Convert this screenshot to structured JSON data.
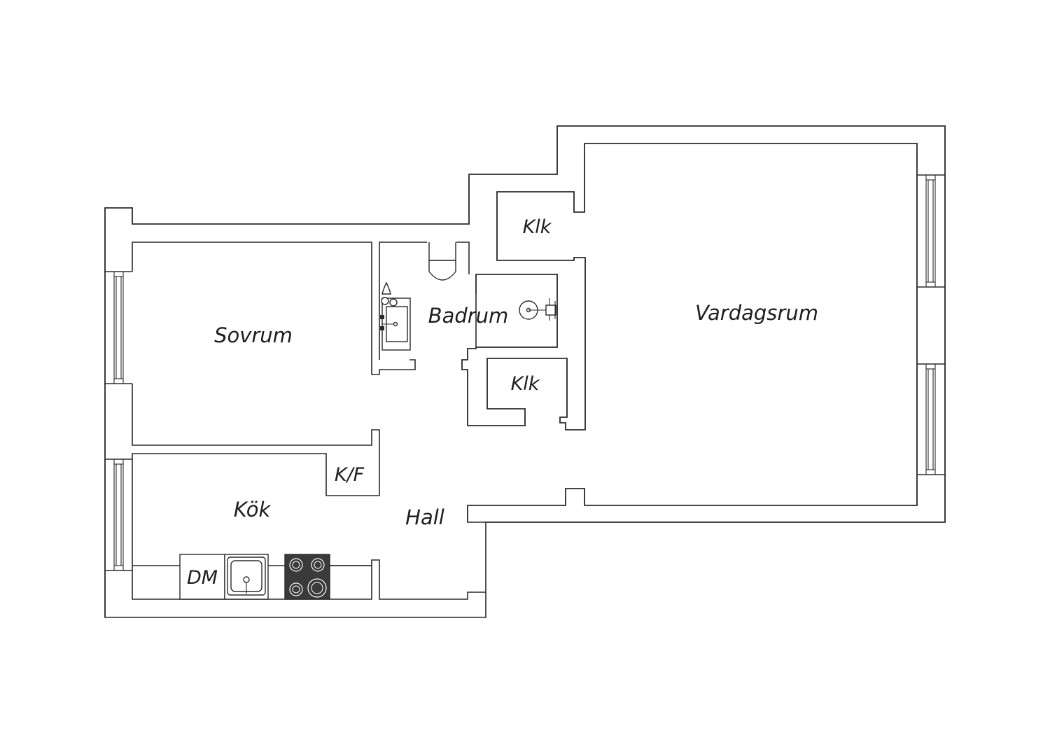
{
  "rooms": {
    "sovrum": "Sovrum",
    "badrum": "Badrum",
    "klk_top": "Klk",
    "klk_mid": "Klk",
    "vardagsrum": "Vardagsrum",
    "kok": "Kök",
    "hall": "Hall",
    "kf": "K/F",
    "dm": "DM"
  },
  "colors": {
    "wall_stroke": "#2b2b2b",
    "stove": "#3a3a3a",
    "background": "#ffffff"
  },
  "icons": {
    "toilet": "toilet-icon",
    "sink": "sink-icon",
    "shower": "shower-icon",
    "kitchen_sink": "kitchen-sink-icon",
    "stove": "stove-icon"
  }
}
